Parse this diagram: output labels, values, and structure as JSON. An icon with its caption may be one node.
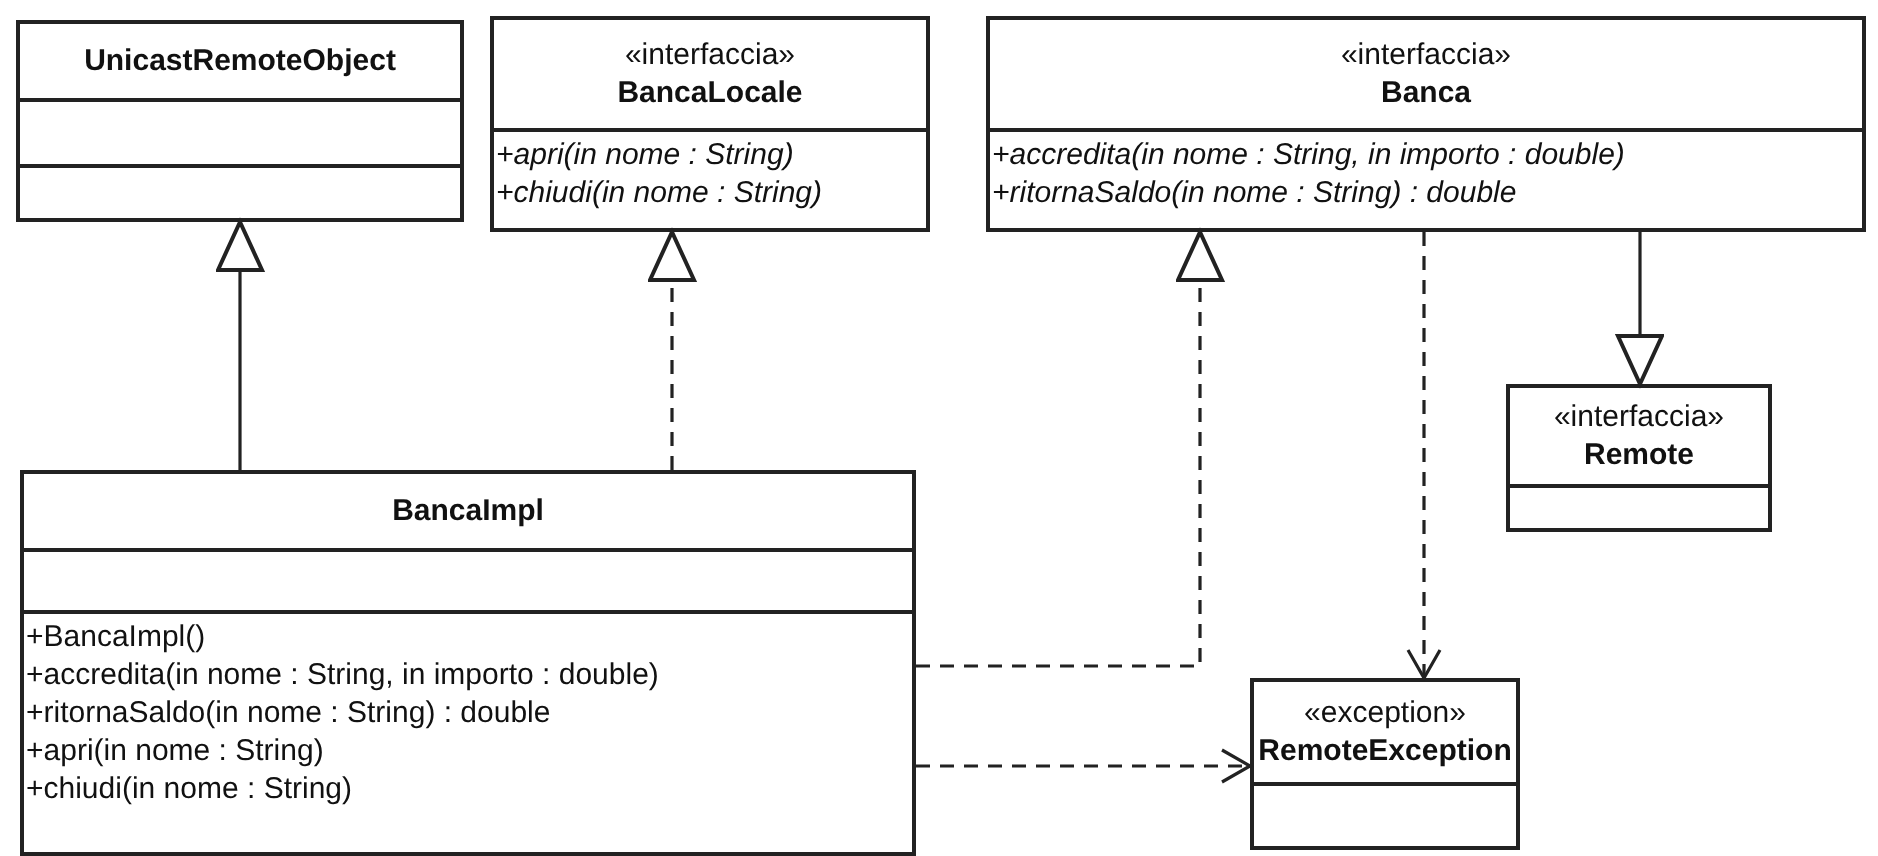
{
  "diagram": {
    "nodes": [
      {
        "text": [
          "UnicastRemoteObject"
        ]
      },
      {
        "text": [
          "«interfaccia»",
          "BancaLocale",
          "+apri(in nome : String)",
          "+chiudi(in nome : String)"
        ]
      },
      {
        "text": [
          "«interfaccia»",
          "Banca",
          "+accredita(in nome : String, in importo : double)",
          "+ritornaSaldo(in nome : String) : double"
        ]
      },
      {
        "text": [
          "«interfaccia»",
          "Remote"
        ]
      },
      {
        "text": [
          "BancaImpl",
          "+BancaImpl()",
          "+accredita(in nome : String, in importo : double)",
          "+ritornaSaldo(in nome : String) : double",
          "+apri(in nome : String)",
          "+chiudi(in nome : String)"
        ]
      },
      {
        "text": [
          "«exception»",
          "RemoteException"
        ]
      }
    ],
    "edges": [
      {
        "from": 4,
        "to": 0,
        "arrow": "to"
      },
      {
        "from": 4,
        "to": 1,
        "arrow": "to",
        "style": "dashed"
      },
      {
        "from": 4,
        "to": 2,
        "arrow": "to",
        "style": "dashed"
      },
      {
        "from": 2,
        "to": 3,
        "arrow": "to"
      },
      {
        "from": 2,
        "to": 5,
        "arrow": "to",
        "style": "dashed"
      },
      {
        "from": 4,
        "to": 5,
        "arrow": "to",
        "style": "dashed"
      }
    ]
  }
}
